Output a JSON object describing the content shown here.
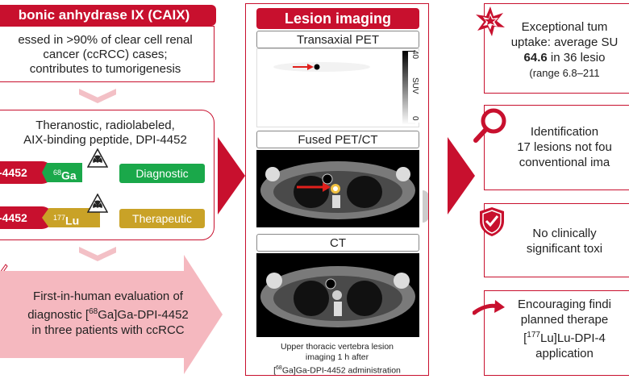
{
  "left": {
    "title": "bonic anhydrase IX (CAIX)",
    "box1_lines": [
      "essed in >90% of clear cell renal",
      "cancer (ccRCC) cases;",
      "contributes to tumorigenesis"
    ],
    "box2_lines": [
      "Theranostic, radiolabeled,",
      "AIX-binding peptide, DPI-4452"
    ],
    "peptide_label": "-4452",
    "isotopes": [
      {
        "mass": "68",
        "element": "Ga",
        "color": "#1aa84a"
      },
      {
        "mass": "177",
        "element": "Lu",
        "color": "#c9a227"
      }
    ],
    "badges": [
      {
        "label": "Diagnostic",
        "color": "#1aa84a"
      },
      {
        "label": "Therapeutic",
        "color": "#c9a227"
      }
    ],
    "evaluation": {
      "line1": "First-in-human evaluation of",
      "line2_pre": "diagnostic [",
      "line2_sup": "68",
      "line2_post": "Ga]Ga-DPI-4452",
      "line3": "in three patients with ccRCC"
    }
  },
  "middle": {
    "title": "Lesion imaging",
    "labels": [
      "Transaxial PET",
      "Fused PET/CT",
      "CT"
    ],
    "suv": {
      "max": "40",
      "unit": "SUV",
      "min": "0"
    },
    "caption": {
      "line1": "Upper thoracic vertebra lesion",
      "line2": "imaging 1 h after",
      "line3_sup": "68",
      "line3_post": "Ga]Ga-DPI-4452 administration"
    }
  },
  "right": {
    "box1": {
      "line1": "Exceptional tum",
      "line2": "uptake: average SU",
      "line3_bold": "64.6",
      "line3_rest": " in 36 lesio",
      "line4": "(range 6.8–211"
    },
    "box2": {
      "line1": "Identification",
      "line2": "17 lesions not fou",
      "line3": "conventional ima"
    },
    "box3": {
      "line1": "No clinically",
      "line2": "significant toxi"
    },
    "box4": {
      "line1": "Encouraging findi",
      "line2": "planned therape",
      "line3_pre": "[",
      "line3_sup": "177",
      "line3_post": "Lu]Lu-DPI-4",
      "line4": "application"
    }
  },
  "colors": {
    "accent": "#c8102e",
    "pale_accent": "#f5b8bf",
    "diagnostic": "#1aa84a",
    "therapeutic": "#c9a227"
  }
}
